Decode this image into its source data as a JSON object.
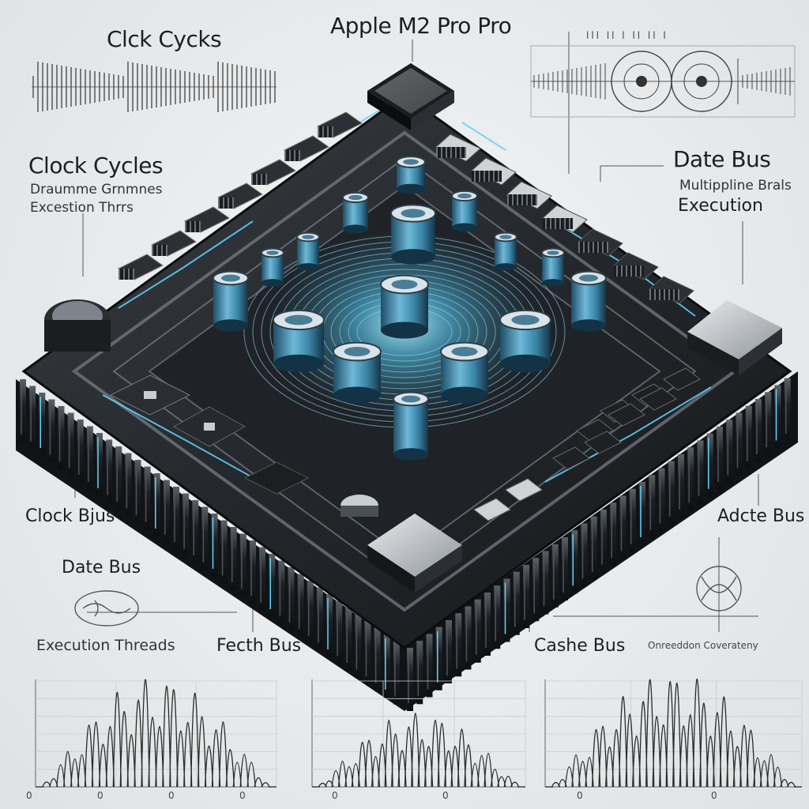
{
  "title": "Apple M2 Pro Pro",
  "labels": {
    "clock_cycks": "Clck Cycks",
    "clock_cycles": "Clock Cycles",
    "clock_cycles_sub1": "Draumme Grnmnes",
    "clock_cycles_sub2": "Excestion Thrrs",
    "date_bus_right": "Date Bus",
    "date_bus_right_sub1": "Multippline Brals",
    "date_bus_right_sub2": "Execution",
    "clock_bjus": "Clock Bjus",
    "date_bus_left": "Date Bus",
    "execution_threads": "Execution Threads",
    "fetch_bus": "Fecth Bus",
    "cashe_bus": "Cashe Bus",
    "adcte_bus": "Adcte Bus",
    "onreeddon": "Onreeddon Coverateny",
    "top_right_ticks": "lll ll l ll ll l"
  },
  "accent": "#5fd3ff",
  "chip_dark": "#2a2d31",
  "axis_ticks": [
    "0",
    "0",
    "0",
    "0",
    "0",
    "0",
    "0",
    "0"
  ]
}
